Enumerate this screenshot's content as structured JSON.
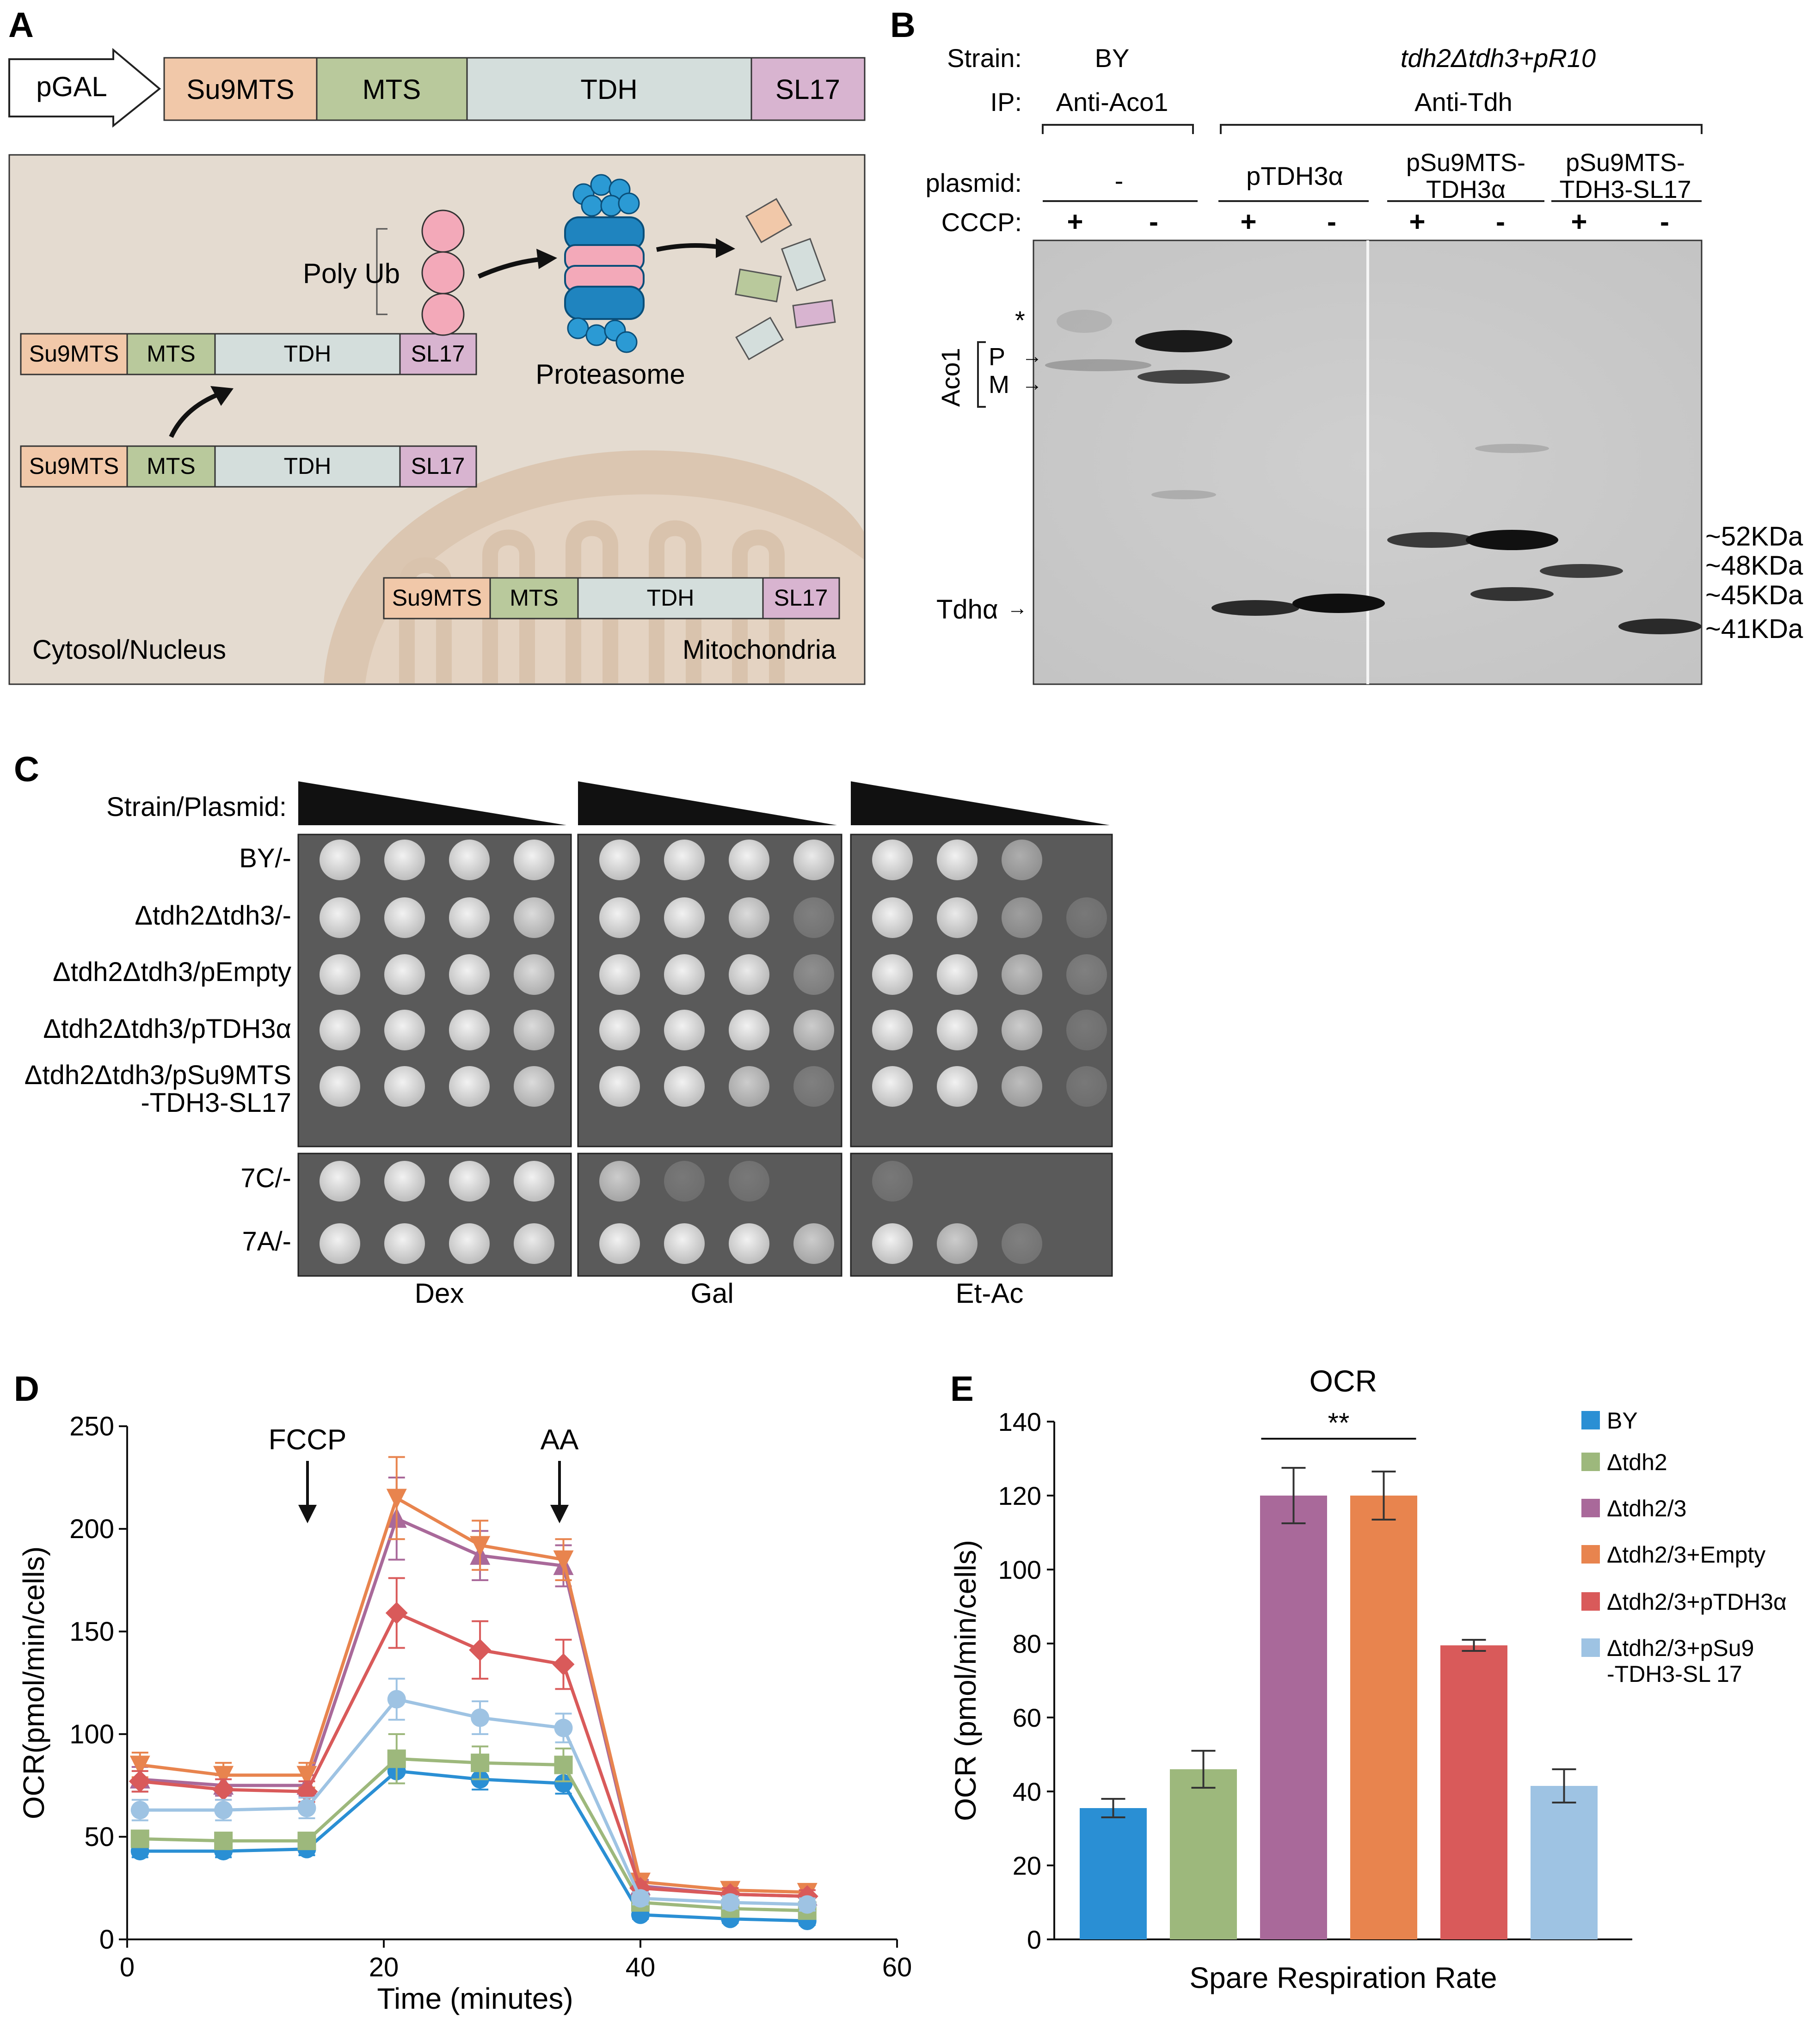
{
  "panels": {
    "A": {
      "letter": "A",
      "promoter": "pGAL",
      "construct": [
        "Su9MTS",
        "MTS",
        "TDH",
        "SL17"
      ],
      "poly_ub": "Poly Ub",
      "proteasome": "Proteasome",
      "cytosol": "Cytosol/Nucleus",
      "mito": "Mitochondria"
    },
    "B": {
      "letter": "B",
      "strain_label": "Strain:",
      "ip_label": "IP:",
      "plasmid_label": "plasmid:",
      "cccp_label": "CCCP:",
      "strain_by": "BY",
      "strain_mut": "tdh2Δtdh3+pR10",
      "ip_aco": "Anti-Aco1",
      "ip_tdh": "Anti-Tdh",
      "plasmids": [
        "-",
        "pTDH3α",
        "pSu9MTS-\nTDH3α",
        "pSu9MTS-\nTDH3-SL17"
      ],
      "cccp": [
        "+",
        "-",
        "+",
        "-",
        "+",
        "-",
        "+",
        "-"
      ],
      "aco1": "Aco1",
      "p": "P",
      "m": "M",
      "star": "*",
      "tdha": "Tdhα",
      "sizes": [
        "~52KDa",
        "~48KDa",
        "~45KDa",
        "~41KDa"
      ]
    },
    "C": {
      "letter": "C",
      "header": "Strain/Plasmid:",
      "rows": [
        "BY/-",
        "Δtdh2Δtdh3/-",
        "Δtdh2Δtdh3/pEmpty",
        "Δtdh2Δtdh3/pTDH3α",
        "Δtdh2Δtdh3/pSu9MTS\n-TDH3-SL17",
        "7C/-",
        "7A/-"
      ],
      "media": [
        "Dex",
        "Gal",
        "Et-Ac"
      ]
    },
    "D": {
      "letter": "D",
      "fccp": "FCCP",
      "aa": "AA"
    },
    "E": {
      "letter": "E",
      "sig": "**"
    }
  },
  "chart_data": [
    {
      "type": "line",
      "panel": "D",
      "xlabel": "Time (minutes)",
      "ylabel": "OCR(pmol/min/cells)",
      "xlim": [
        0,
        60
      ],
      "ylim": [
        0,
        250
      ],
      "xticks": [
        0,
        20,
        40,
        60
      ],
      "yticks": [
        0,
        50,
        100,
        150,
        200,
        250
      ],
      "x": [
        1,
        7.5,
        14,
        21,
        27.5,
        34,
        40,
        47,
        53
      ],
      "series": [
        {
          "color": "#2a8fd4",
          "marker": "circle",
          "values": [
            43,
            43,
            44,
            82,
            78,
            76,
            12,
            10,
            9
          ],
          "err": [
            3,
            3,
            3,
            6,
            5,
            5,
            2,
            2,
            2
          ]
        },
        {
          "color": "#9db87c",
          "marker": "square",
          "values": [
            49,
            48,
            48,
            88,
            86,
            85,
            18,
            15,
            14
          ],
          "err": [
            4,
            4,
            4,
            12,
            8,
            8,
            3,
            3,
            3
          ]
        },
        {
          "color": "#a9699a",
          "marker": "triangle-up",
          "values": [
            78,
            75,
            75,
            205,
            187,
            182,
            26,
            22,
            21
          ],
          "err": [
            6,
            5,
            5,
            20,
            12,
            10,
            3,
            3,
            3
          ]
        },
        {
          "color": "#e8844e",
          "marker": "triangle-down",
          "values": [
            85,
            80,
            80,
            215,
            192,
            185,
            28,
            24,
            23
          ],
          "err": [
            6,
            6,
            6,
            20,
            12,
            10,
            3,
            3,
            3
          ]
        },
        {
          "color": "#d95a5a",
          "marker": "diamond",
          "values": [
            77,
            73,
            72,
            159,
            141,
            134,
            25,
            22,
            21
          ],
          "err": [
            5,
            5,
            5,
            17,
            14,
            12,
            3,
            3,
            3
          ]
        },
        {
          "color": "#9ec3e3",
          "marker": "circle",
          "values": [
            63,
            63,
            64,
            117,
            108,
            103,
            20,
            18,
            17
          ],
          "err": [
            5,
            5,
            5,
            10,
            8,
            7,
            3,
            3,
            3
          ]
        }
      ]
    },
    {
      "type": "bar",
      "panel": "E",
      "title": "OCR",
      "xlabel": "Spare Respiration Rate",
      "ylabel": "OCR (pmol/min/cells)",
      "ylim": [
        0,
        140
      ],
      "yticks": [
        0,
        20,
        40,
        60,
        80,
        100,
        120,
        140
      ],
      "categories": [
        "BY",
        "Δtdh2",
        "Δtdh2/3",
        "Δtdh2/3+Empty",
        "Δtdh2/3+pTDH3α",
        "Δtdh2/3+pSu9\n-TDH3-SL 17"
      ],
      "values": [
        35.5,
        46,
        120,
        120,
        79.5,
        41.5
      ],
      "errors": [
        2.5,
        5,
        7.5,
        6.5,
        1.5,
        4.5
      ],
      "colors": [
        "#2a8fd4",
        "#9db87c",
        "#a9699a",
        "#e8844e",
        "#d95a5a",
        "#9ec3e3"
      ],
      "legend": [
        "BY",
        "Δtdh2",
        "Δtdh2/3",
        "Δtdh2/3+Empty",
        "Δtdh2/3+pTDH3α",
        "Δtdh2/3+pSu9\n-TDH3-SL 17"
      ],
      "legend_position": "right"
    }
  ]
}
